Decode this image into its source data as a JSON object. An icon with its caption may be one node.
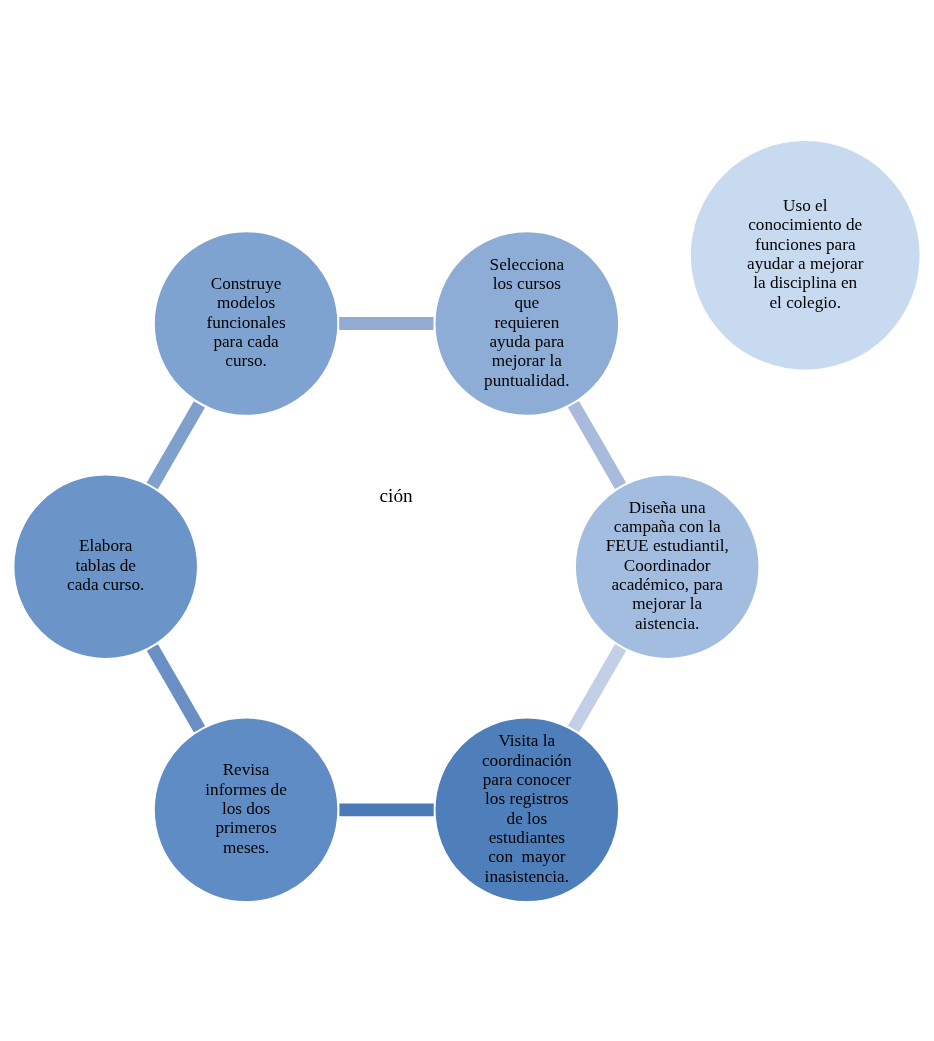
{
  "diagram": {
    "nodes": [
      {
        "text": [
          "Visita la coordinación para conocer los registros de los estudiantes con  mayor inasistencia."
        ]
      },
      {
        "text": [
          "Diseña una campaña con la FEUE estudiantil, Coordinador académico, para mejorar la aistencia."
        ]
      },
      {
        "text": [
          "Revisa informes de los dos primeros meses."
        ]
      },
      {
        "text": [
          "Uso el conocimiento de funciones para ayudar a mejorar la disciplina en el colegio."
        ]
      },
      {
        "text": [
          "Selecciona los cursos que requieren ayuda para mejorar la puntualidad."
        ]
      },
      {
        "text": [
          "Elabora tablas de cada curso."
        ]
      },
      {
        "text": [
          "Construye modelos funcionales para cada curso."
        ]
      }
    ],
    "edges": [
      {
        "from": 0,
        "to": 2,
        "arrow": "none",
        "color": "#4a7ab8"
      },
      {
        "from": 2,
        "to": 5,
        "arrow": "none",
        "color": "#6a8fc4"
      },
      {
        "from": 5,
        "to": 6,
        "arrow": "none",
        "color": "#7f9fcd"
      },
      {
        "from": 6,
        "to": 4,
        "arrow": "none",
        "color": "#93aad2"
      },
      {
        "from": 4,
        "to": 1,
        "arrow": "none",
        "color": "#a9bbdc"
      },
      {
        "from": 1,
        "to": 0,
        "arrow": "none",
        "color": "#c3cfe6"
      }
    ],
    "labels": [
      "ción"
    ]
  }
}
